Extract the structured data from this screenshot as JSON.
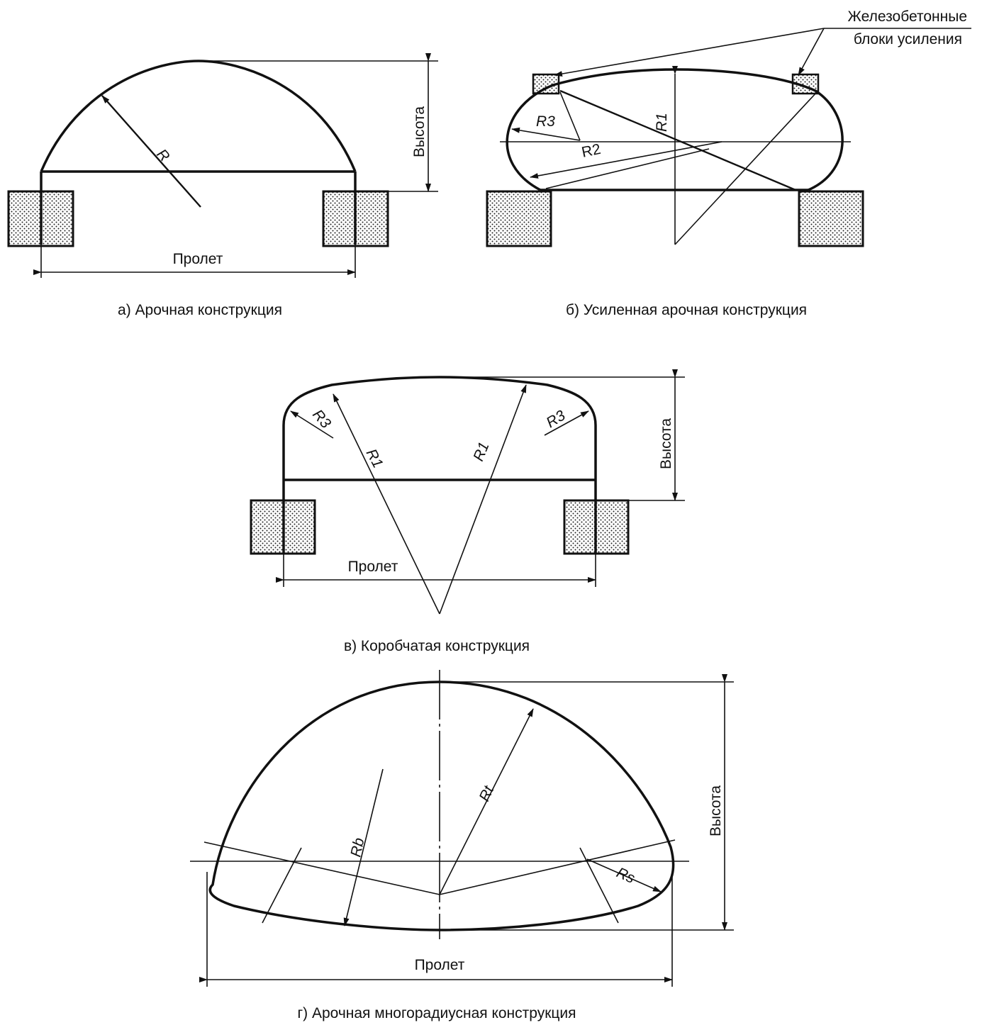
{
  "fig_a": {
    "caption": "а) Арочная конструкция",
    "span": "Пролет",
    "height": "Высота",
    "radius": "R"
  },
  "fig_b": {
    "caption": "б) Усиленная арочная конструкция",
    "note_line1": "Железобетонные",
    "note_line2": "блоки усиления",
    "r1": "R1",
    "r2": "R2",
    "r3": "R3"
  },
  "fig_c": {
    "caption": "в) Коробчатая конструкция",
    "span": "Пролет",
    "height": "Высота",
    "r1_left": "R1",
    "r1_right": "R1",
    "r3_left": "R3",
    "r3_right": "R3"
  },
  "fig_d": {
    "caption": "г) Арочная многорадиусная конструкция",
    "span": "Пролет",
    "height": "Высота",
    "rt": "Rt",
    "rb": "Rb",
    "rs": "Rs"
  }
}
